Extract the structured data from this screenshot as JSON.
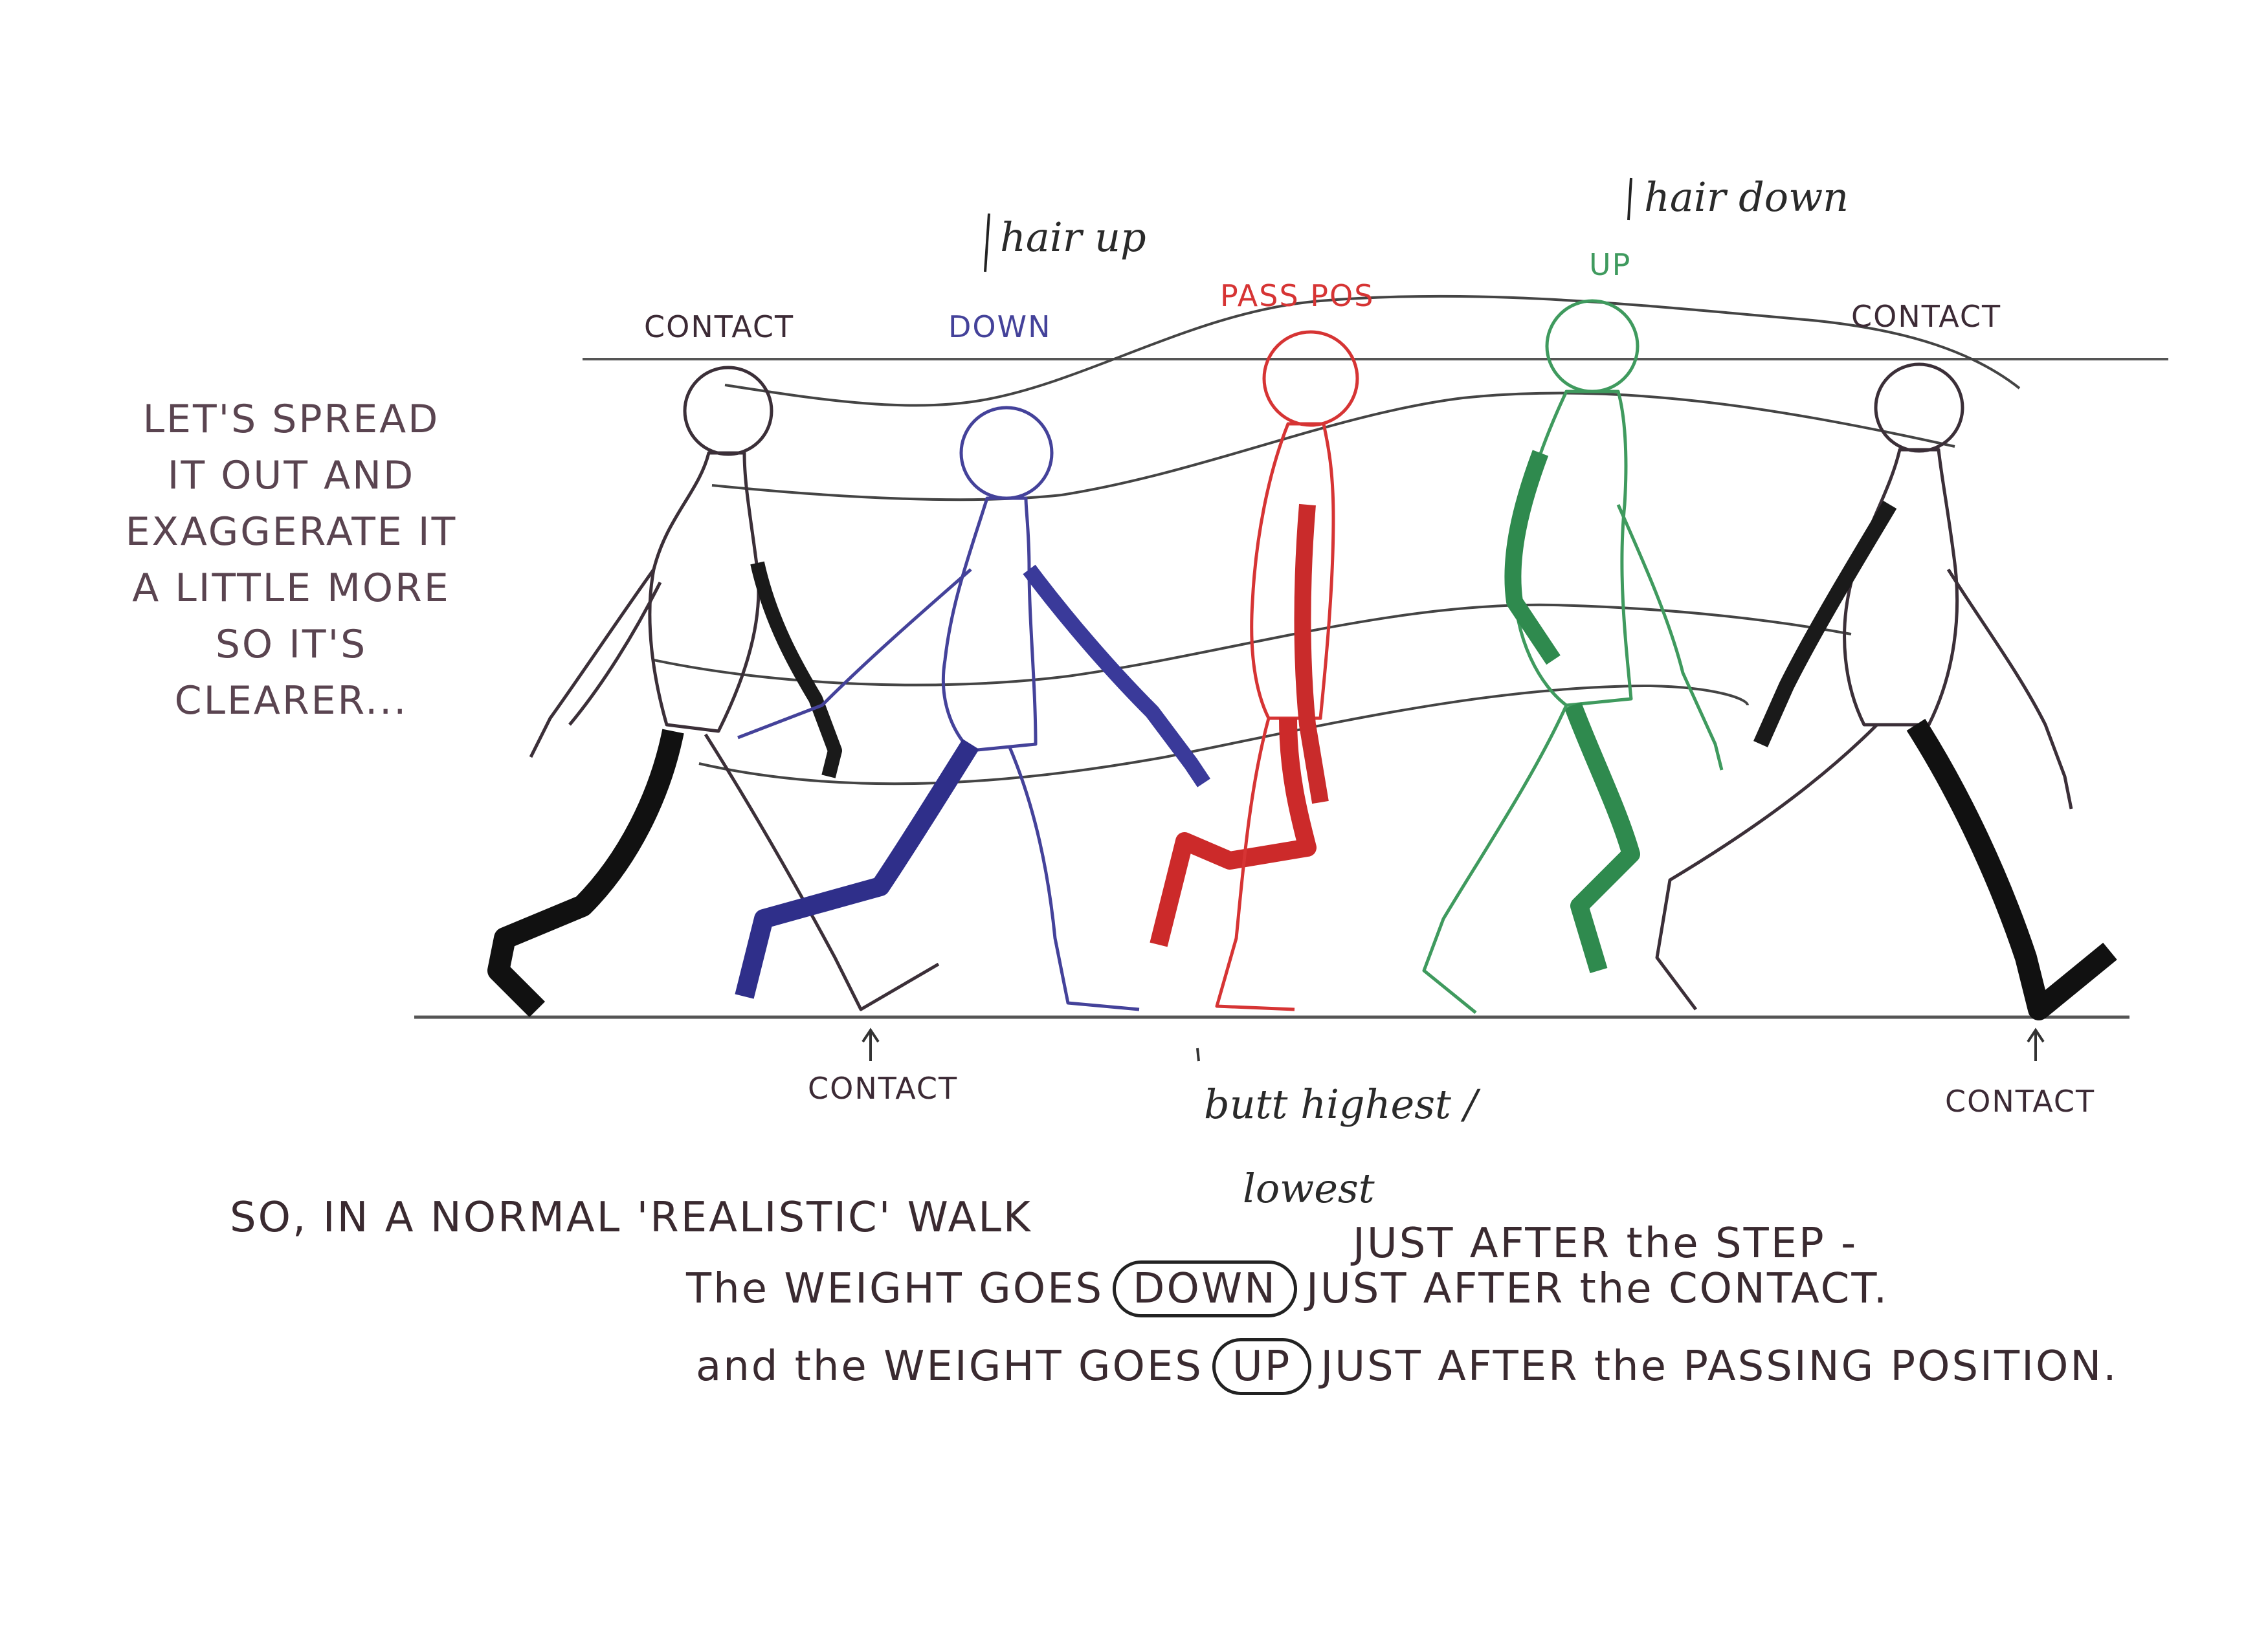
{
  "colors": {
    "contact_pose": "#3b2f38",
    "down_pose": "#44429a",
    "pass_pose": "#d63434",
    "up_pose": "#3f9a5e",
    "pencil": "#222222"
  },
  "intro_lines": [
    "LET'S SPREAD",
    "IT OUT AND",
    "EXAGGERATE IT",
    "A LITTLE MORE",
    "SO IT'S",
    "CLEARER..."
  ],
  "poses": [
    {
      "label": "CONTACT"
    },
    {
      "label": "DOWN"
    },
    {
      "label": "PASS POS"
    },
    {
      "label": "UP"
    },
    {
      "label": "CONTACT"
    }
  ],
  "notes": {
    "hair_up": "hair up",
    "hair_down": "hair down",
    "butt": "butt highest /",
    "butt_lowest": "lowest"
  },
  "ground_markers": [
    "CONTACT",
    "CONTACT"
  ],
  "summary": {
    "line1": "SO, IN A NORMAL 'REALISTIC' WALK",
    "line2_after": "JUST AFTER the STEP -",
    "line3_prefix": "The WEIGHT GOES",
    "line3_box": "DOWN",
    "line3_suffix": "JUST AFTER the CONTACT.",
    "line4_prefix": "and the WEIGHT GOES",
    "line4_box": "UP",
    "line4_suffix": "JUST AFTER the PASSING POSITION."
  }
}
